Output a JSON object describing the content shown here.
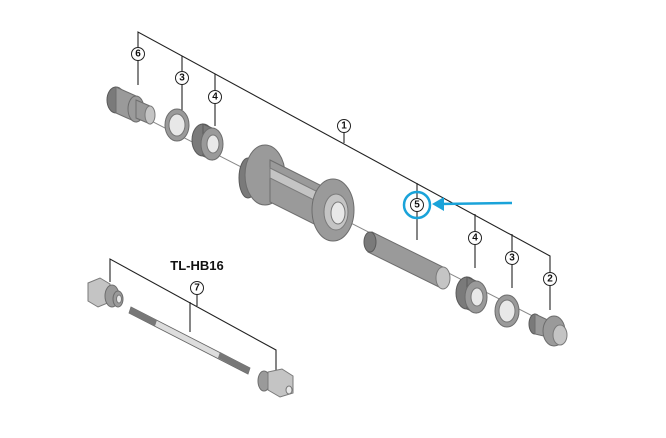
{
  "callouts": {
    "part1": "1",
    "part2": "2",
    "part3_left": "3",
    "part3_right": "3",
    "part4_left": "4",
    "part4_right": "4",
    "part5": "5",
    "part6": "6",
    "part7": "7"
  },
  "tool_label": "TL-HB16",
  "highlight": {
    "target": "5",
    "color": "#1aa3d9"
  }
}
